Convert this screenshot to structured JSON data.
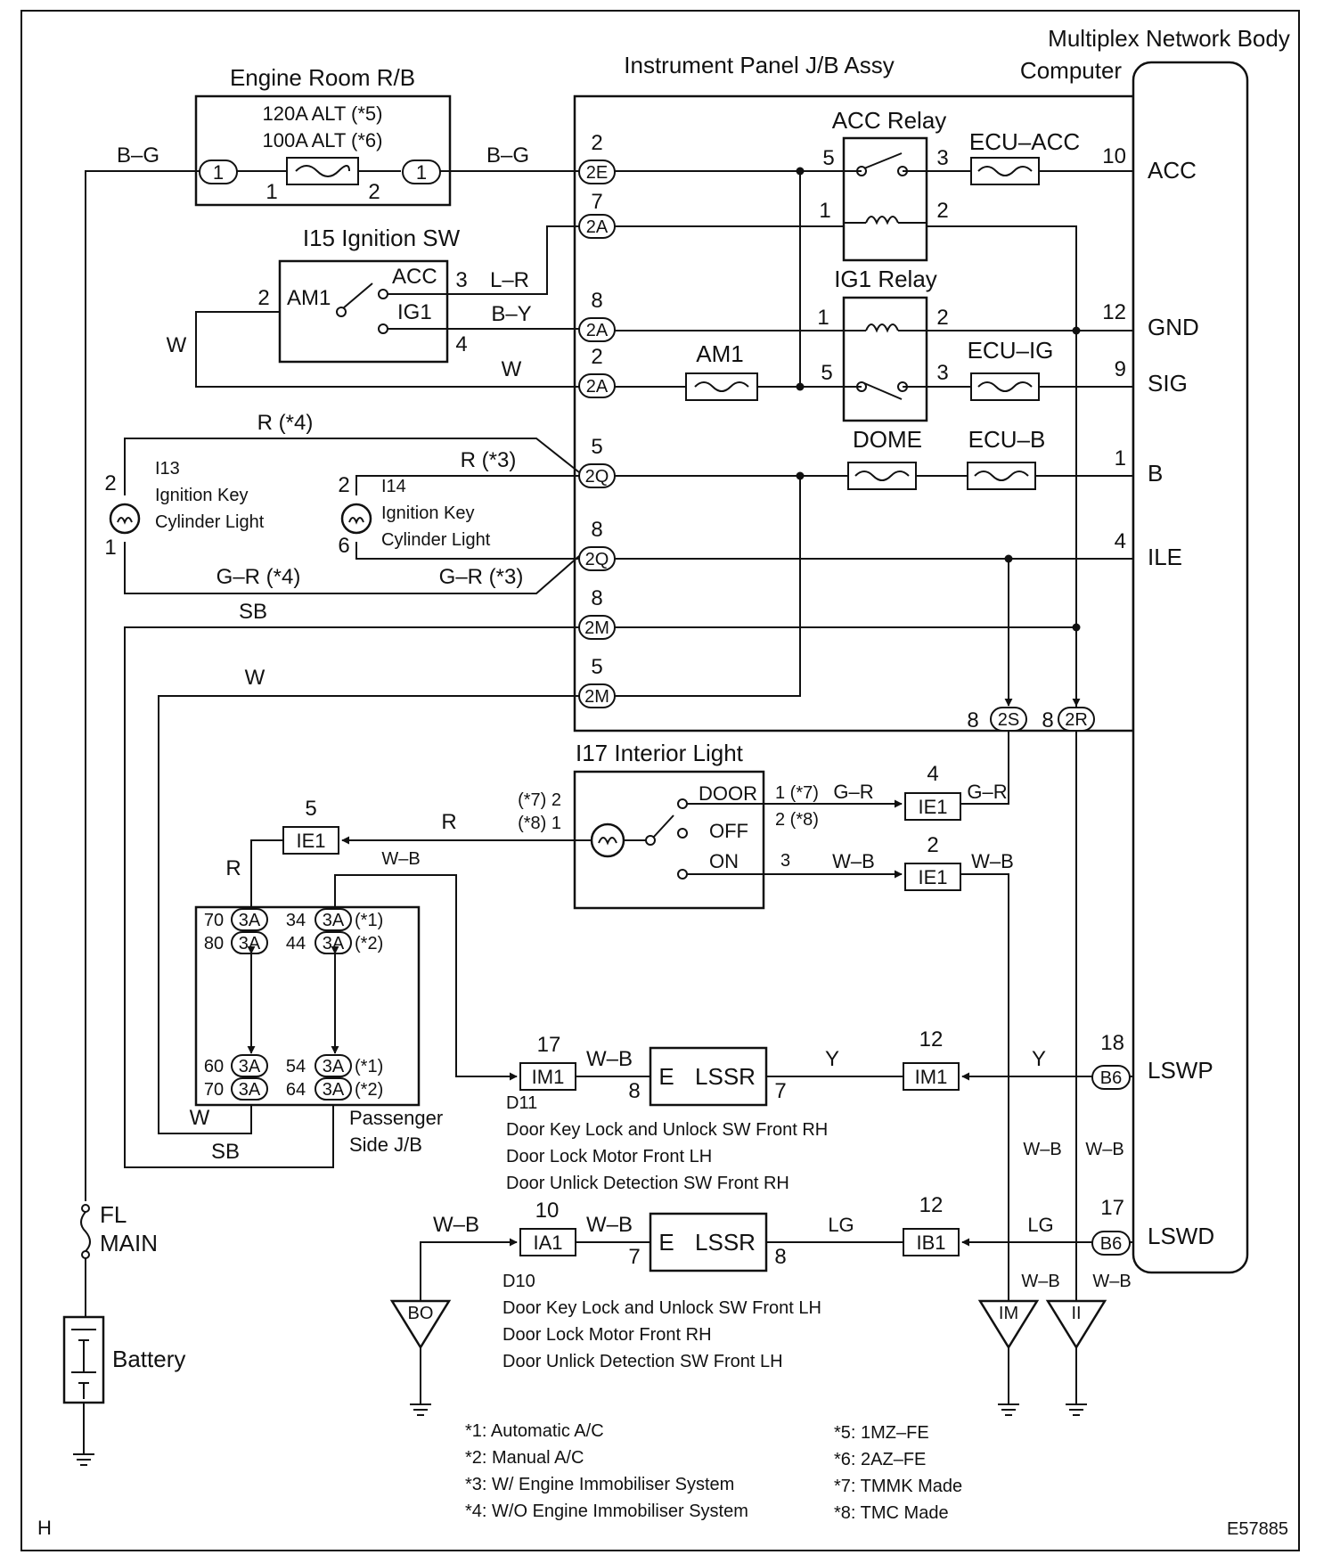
{
  "labels": {
    "engine_room_rb": "Engine Room R/B",
    "alt_120": "120A ALT (*5)",
    "alt_100": "100A ALT (*6)",
    "instrument_panel_jb": "Instrument Panel J/B Assy",
    "mpx_line1": "Multiplex Network Body",
    "mpx_line2": "Computer",
    "acc_relay": "ACC Relay",
    "ig1_relay": "IG1 Relay",
    "ecu_acc": "ECU–ACC",
    "ecu_ig": "ECU–IG",
    "ecu_b": "ECU–B",
    "dome": "DOME",
    "am1_fuse": "AM1",
    "ign_sw": "I15 Ignition SW",
    "am1": "AM1",
    "sw_acc": "ACC",
    "sw_ig1": "IG1",
    "i13_id": "I13",
    "i13_l1": "Ignition Key",
    "i13_l2": "Cylinder Light",
    "i14_id": "I14",
    "i14_l1": "Ignition Key",
    "i14_l2": "Cylinder Light",
    "interior_light": "I17 Interior Light",
    "door": "DOOR",
    "off": "OFF",
    "on": "ON",
    "ps_jb1": "Passenger",
    "ps_jb2": "Side J/B",
    "lssr": "LSSR",
    "e": "E",
    "d11": "D11",
    "d11_l1": "Door Key Lock and Unlock SW Front RH",
    "d11_l2": "Door Lock Motor Front LH",
    "d11_l3": "Door Unlick Detection SW Front RH",
    "d10": "D10",
    "d10_l1": "Door Key Lock and Unlock SW Front LH",
    "d10_l2": "Door Lock Motor Front RH",
    "d10_l3": "Door Unlick Detection SW Front LH",
    "fl": "FL",
    "main": "MAIN",
    "battery": "Battery",
    "page_letter": "H",
    "figure_code": "E57885"
  },
  "ecu_terminals": [
    {
      "pin": "10",
      "name": "ACC"
    },
    {
      "pin": "12",
      "name": "GND"
    },
    {
      "pin": "9",
      "name": "SIG"
    },
    {
      "pin": "1",
      "name": "B"
    },
    {
      "pin": "4",
      "name": "ILE"
    },
    {
      "pin": "18",
      "name": "LSWP"
    },
    {
      "pin": "17",
      "name": "LSWD"
    }
  ],
  "wire_colors": {
    "bg": "B–G",
    "lr": "L–R",
    "by": "B–Y",
    "w": "W",
    "r": "R",
    "r4": "R (*4)",
    "r3": "R (*3)",
    "gr": "G–R",
    "gr4": "G–R (*4)",
    "gr3": "G–R (*3)",
    "sb": "SB",
    "wb": "W–B",
    "y": "Y",
    "lg": "LG"
  },
  "connectors": {
    "c1": "1",
    "c2e": "2E",
    "c2a": "2A",
    "c2q": "2Q",
    "c2m": "2M",
    "c2s": "2S",
    "c2r": "2R",
    "c3a": "3A",
    "ie1": "IE1",
    "im1": "IM1",
    "ia1": "IA1",
    "ib1": "IB1",
    "b6": "B6"
  },
  "grounds": {
    "bo": "BO",
    "im": "IM",
    "ii": "II"
  },
  "pins": {
    "p1": "1",
    "p2": "2",
    "p3": "3",
    "p4": "4",
    "p5": "5",
    "p6": "6",
    "p7": "7",
    "p8": "8",
    "p9": "9",
    "p10": "10",
    "p12": "12",
    "p17": "17",
    "p34": "34",
    "p44": "44",
    "p54": "54",
    "p60": "60",
    "p64": "64",
    "p70": "70",
    "p80": "80",
    "s1": "(*1)",
    "s2": "(*2)",
    "door_pins": "1 (*7)",
    "door_pins2": "2 (*8)",
    "lamp_7": "(*7) 2",
    "lamp_8": "(*8) 1"
  },
  "notes": [
    "*1: Automatic A/C",
    "*2: Manual A/C",
    "*3: W/ Engine Immobiliser System",
    "*4: W/O Engine Immobiliser System",
    "*5: 1MZ–FE",
    "*6: 2AZ–FE",
    "*7: TMMK Made",
    "*8: TMC Made"
  ]
}
